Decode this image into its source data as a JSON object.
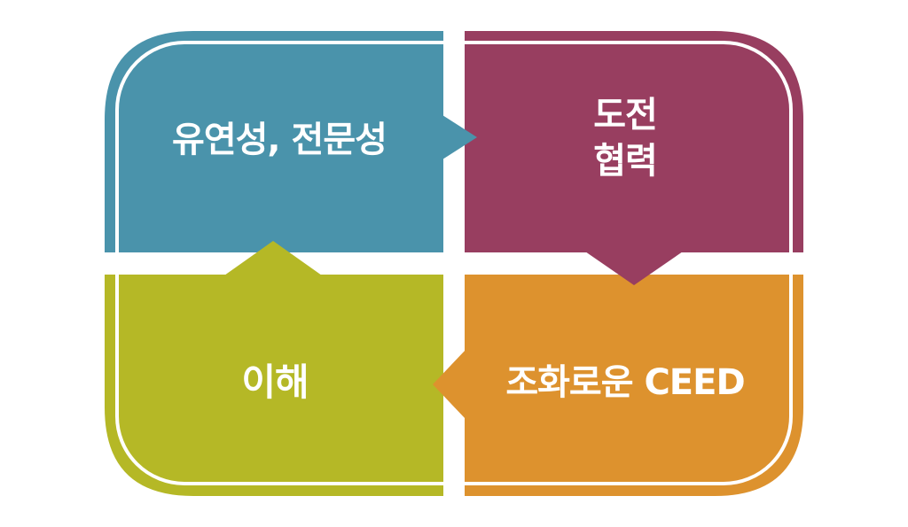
{
  "quadrants": {
    "top_left": {
      "text": "유연성, 전문성",
      "color": "#4a93ab"
    },
    "top_right": {
      "line1": "도전",
      "line2": "협력",
      "color": "#983e60"
    },
    "bottom_left": {
      "text": "이해",
      "color": "#b5b826"
    },
    "bottom_right": {
      "text": "조화로운 CEED",
      "color": "#dd922e"
    }
  },
  "frame_color": "#ffffff"
}
